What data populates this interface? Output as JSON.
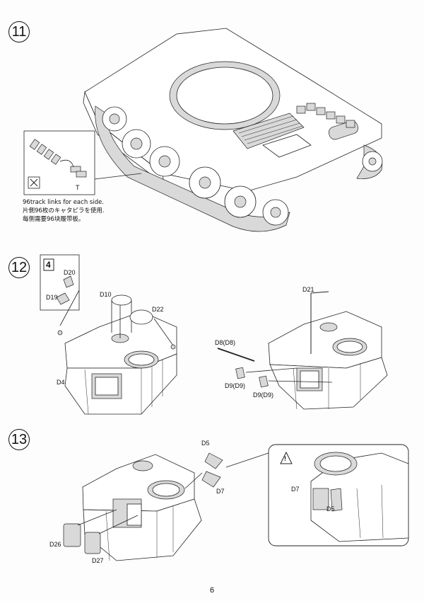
{
  "steps": {
    "s11": "11",
    "s12": "12",
    "s13": "13"
  },
  "step11": {
    "note_en": "96track links for each side.",
    "note_jp": "片側96枚のキャタピラを使用.",
    "note_cn": "每侧需要96块履带板。",
    "inset_part": "T"
  },
  "step12": {
    "box_count": "4",
    "parts": {
      "d20": "D20",
      "d19": "D19",
      "d10": "D10",
      "d22": "D22",
      "d4": "D4",
      "d21": "D21",
      "d8": "D8(D8)",
      "d9a": "D9(D9)",
      "d9b": "D9(D9)"
    }
  },
  "step13": {
    "parts": {
      "d5": "D5",
      "d7": "D7",
      "d26": "D26",
      "d27": "D27",
      "d7_detail": "D7",
      "d5_detail": "D5"
    },
    "warning_symbol": "!"
  },
  "page_number": "6"
}
